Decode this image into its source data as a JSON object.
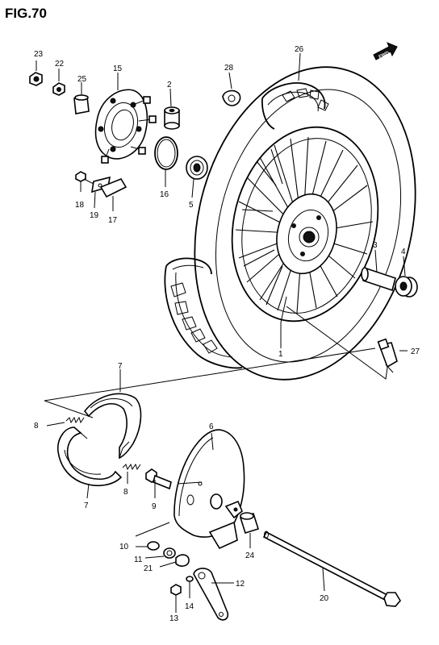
{
  "figure": {
    "title": "FIG.70",
    "direction_badge": "FWD"
  },
  "labels": {
    "p1": "1",
    "p2": "2",
    "p3": "3",
    "p4": "4",
    "p5": "5",
    "p6": "6",
    "p7a": "7",
    "p7b": "7",
    "p8a": "8",
    "p8b": "8",
    "p9": "9",
    "p10": "10",
    "p11": "11",
    "p12": "12",
    "p13": "13",
    "p14": "14",
    "p15": "15",
    "p16": "16",
    "p17": "17",
    "p18": "18",
    "p19": "19",
    "p20": "20",
    "p21": "21",
    "p22": "22",
    "p23": "23",
    "p24": "24",
    "p25": "25",
    "p26": "26",
    "p27": "27",
    "p28": "28"
  }
}
